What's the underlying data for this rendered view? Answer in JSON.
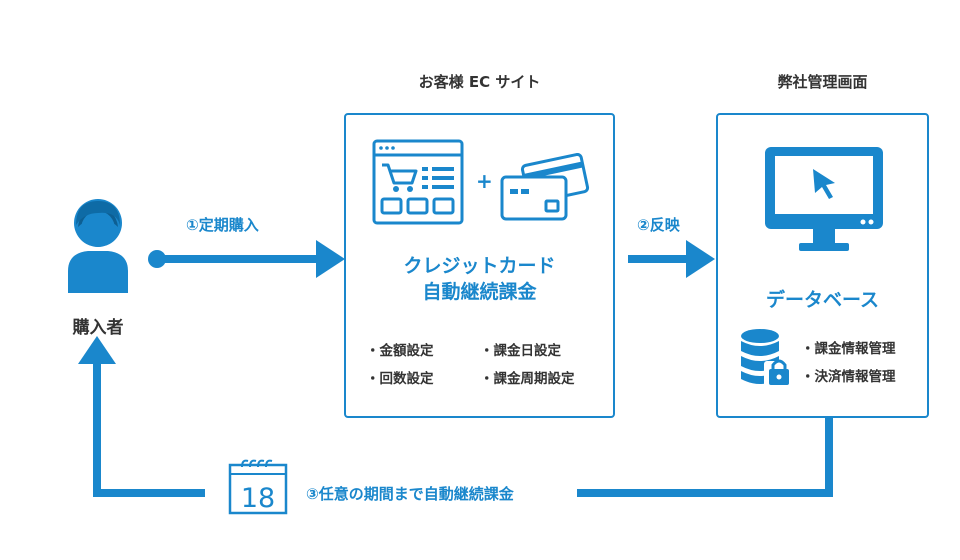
{
  "colors": {
    "accent": "#1a87cc",
    "text": "#333333"
  },
  "buyer": {
    "label": "購入者",
    "icon": "person-icon"
  },
  "ec_site": {
    "heading": "お客様 EC サイト",
    "title_line1": "クレジットカード",
    "title_line2": "自動継続課金",
    "plus": "+",
    "items": [
      "・金額設定",
      "・課金日設定",
      "・回数設定",
      "・課金周期設定"
    ]
  },
  "admin": {
    "heading": "弊社管理画面",
    "title": "データベース",
    "items": [
      "・課金情報管理",
      "・決済情報管理"
    ]
  },
  "steps": {
    "step1": "①定期購入",
    "step2": "②反映",
    "step3": "③任意の期間まで自動継続課金"
  },
  "calendar": {
    "day": "18",
    "icon": "calendar-icon"
  }
}
